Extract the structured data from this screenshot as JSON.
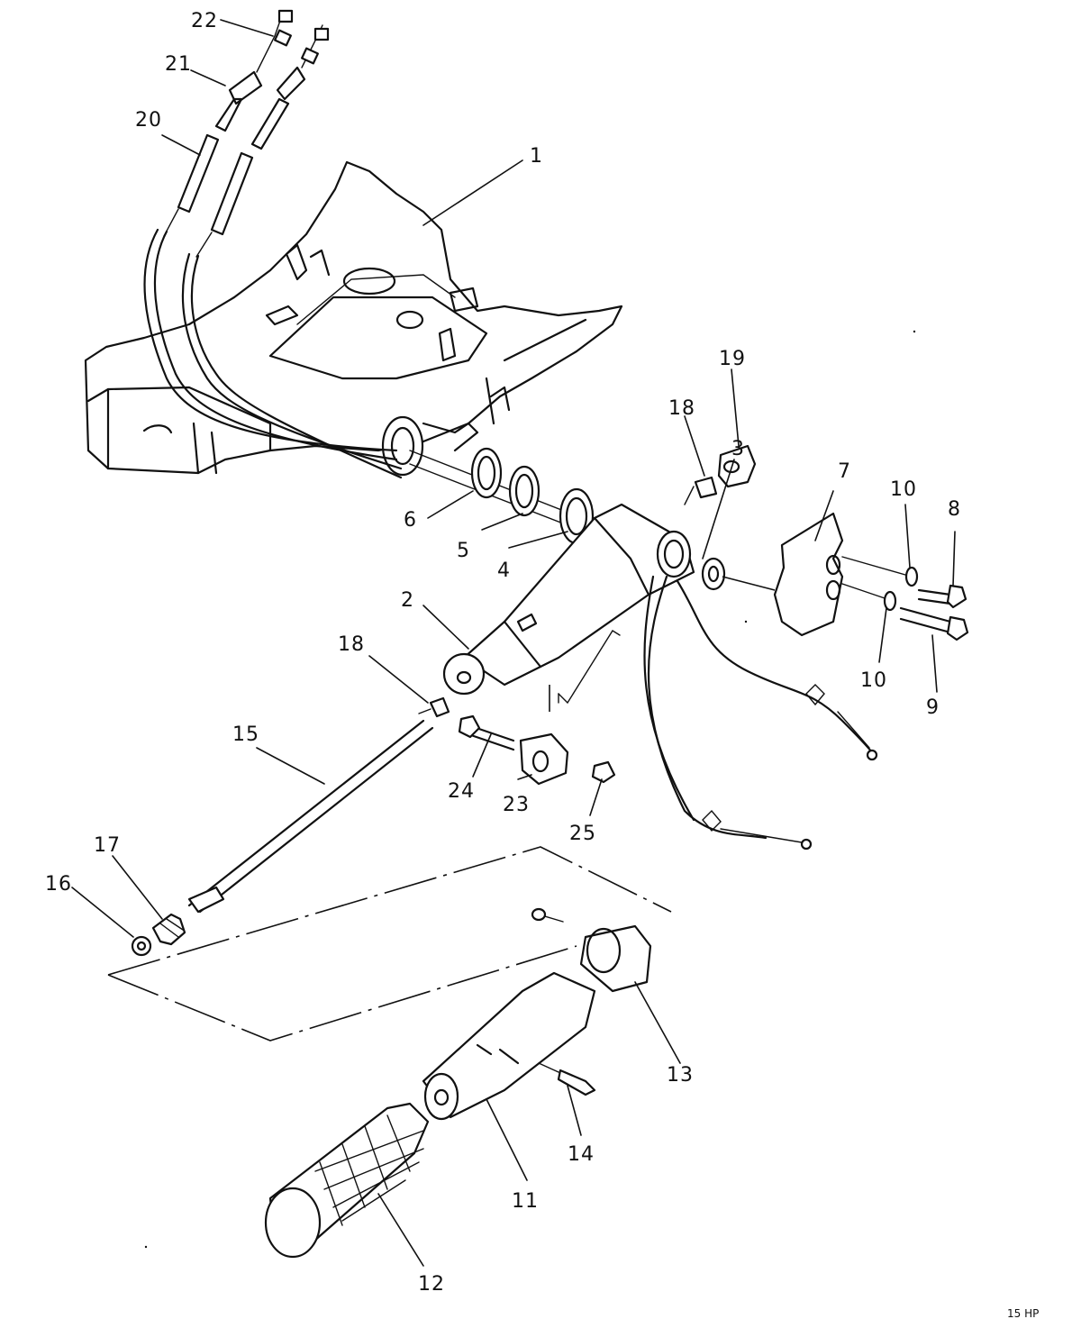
{
  "diagram": {
    "callouts": [
      {
        "id": "1",
        "text": "1"
      },
      {
        "id": "2",
        "text": "2"
      },
      {
        "id": "3",
        "text": "3"
      },
      {
        "id": "4",
        "text": "4"
      },
      {
        "id": "5",
        "text": "5"
      },
      {
        "id": "6",
        "text": "6"
      },
      {
        "id": "7",
        "text": "7"
      },
      {
        "id": "8",
        "text": "8"
      },
      {
        "id": "9",
        "text": "9"
      },
      {
        "id": "10a",
        "text": "10"
      },
      {
        "id": "10b",
        "text": "10"
      },
      {
        "id": "11",
        "text": "11"
      },
      {
        "id": "12",
        "text": "12"
      },
      {
        "id": "13",
        "text": "13"
      },
      {
        "id": "14",
        "text": "14"
      },
      {
        "id": "15",
        "text": "15"
      },
      {
        "id": "16",
        "text": "16"
      },
      {
        "id": "17",
        "text": "17"
      },
      {
        "id": "18a",
        "text": "18"
      },
      {
        "id": "18b",
        "text": "18"
      },
      {
        "id": "19",
        "text": "19"
      },
      {
        "id": "20",
        "text": "20"
      },
      {
        "id": "21",
        "text": "21"
      },
      {
        "id": "22",
        "text": "22"
      },
      {
        "id": "23",
        "text": "23"
      },
      {
        "id": "24",
        "text": "24"
      },
      {
        "id": "25",
        "text": "25"
      }
    ],
    "corner_mark": "15 HP"
  }
}
